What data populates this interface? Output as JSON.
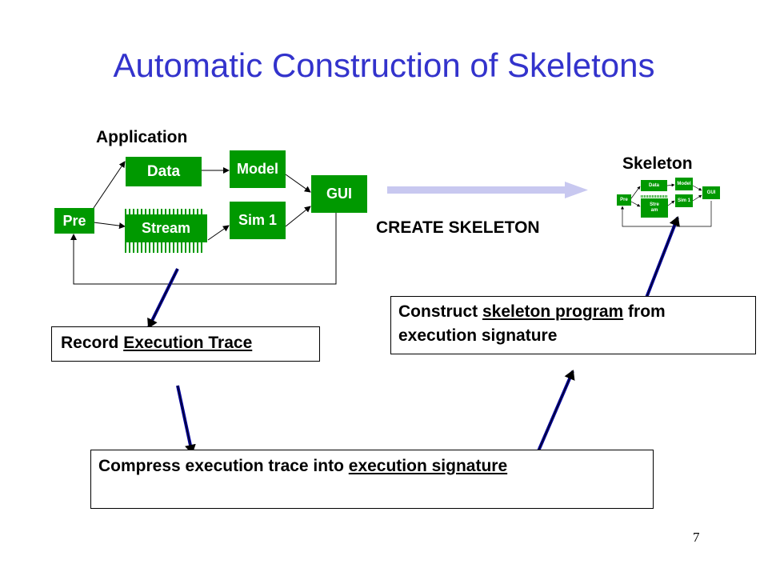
{
  "title": "Automatic Construction of Skeletons",
  "application": {
    "label": "Application",
    "nodes": {
      "pre": "Pre",
      "data": "Data",
      "stream": "Stream",
      "model": "Model",
      "sim1": "Sim 1",
      "gui": "GUI"
    }
  },
  "create_skeleton_label": "CREATE SKELETON",
  "skeleton": {
    "label": "Skeleton",
    "nodes": {
      "pre": "Pre",
      "data": "Data",
      "stream_line1": "Stre",
      "stream_line2": "am",
      "model": "Model",
      "sim1": "Sim 1",
      "gui": "GUI"
    }
  },
  "record_box": {
    "prefix": "Record ",
    "underlined": "Execution Trace"
  },
  "compress_box": {
    "prefix": "Compress execution trace into ",
    "underlined": "execution signature"
  },
  "construct_box": {
    "prefix": "Construct ",
    "underlined": "skeleton program",
    "suffix": " from",
    "line2": "execution signature"
  },
  "page_number": "7",
  "colors": {
    "title": "#3333cc",
    "node_green": "#009900",
    "big_arrow": "#c8c8f0",
    "pointer_arrow": "#000099"
  }
}
